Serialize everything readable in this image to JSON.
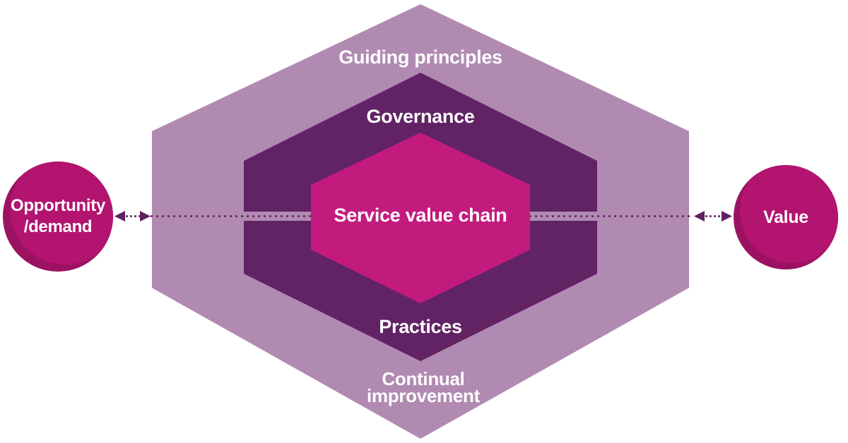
{
  "diagram": {
    "labels": {
      "guiding_principles": "Guiding principles",
      "governance": "Governance",
      "service_value_chain": "Service value chain",
      "practices": "Practices",
      "continual_improvement_line1": "Continual",
      "continual_improvement_line2": "improvement",
      "opportunity_line1": "Opportunity",
      "opportunity_line2": "/demand",
      "value": "Value"
    },
    "colors": {
      "outer_hexagon": "#b18ab1",
      "middle_hexagon": "#622365",
      "inner_hexagon": "#c21b7d",
      "circle": "#b2146f",
      "circle_shade": "#9c1262",
      "flow_line": "#5f2160",
      "label_text": "#ffffff",
      "background": "#ffffff"
    }
  }
}
